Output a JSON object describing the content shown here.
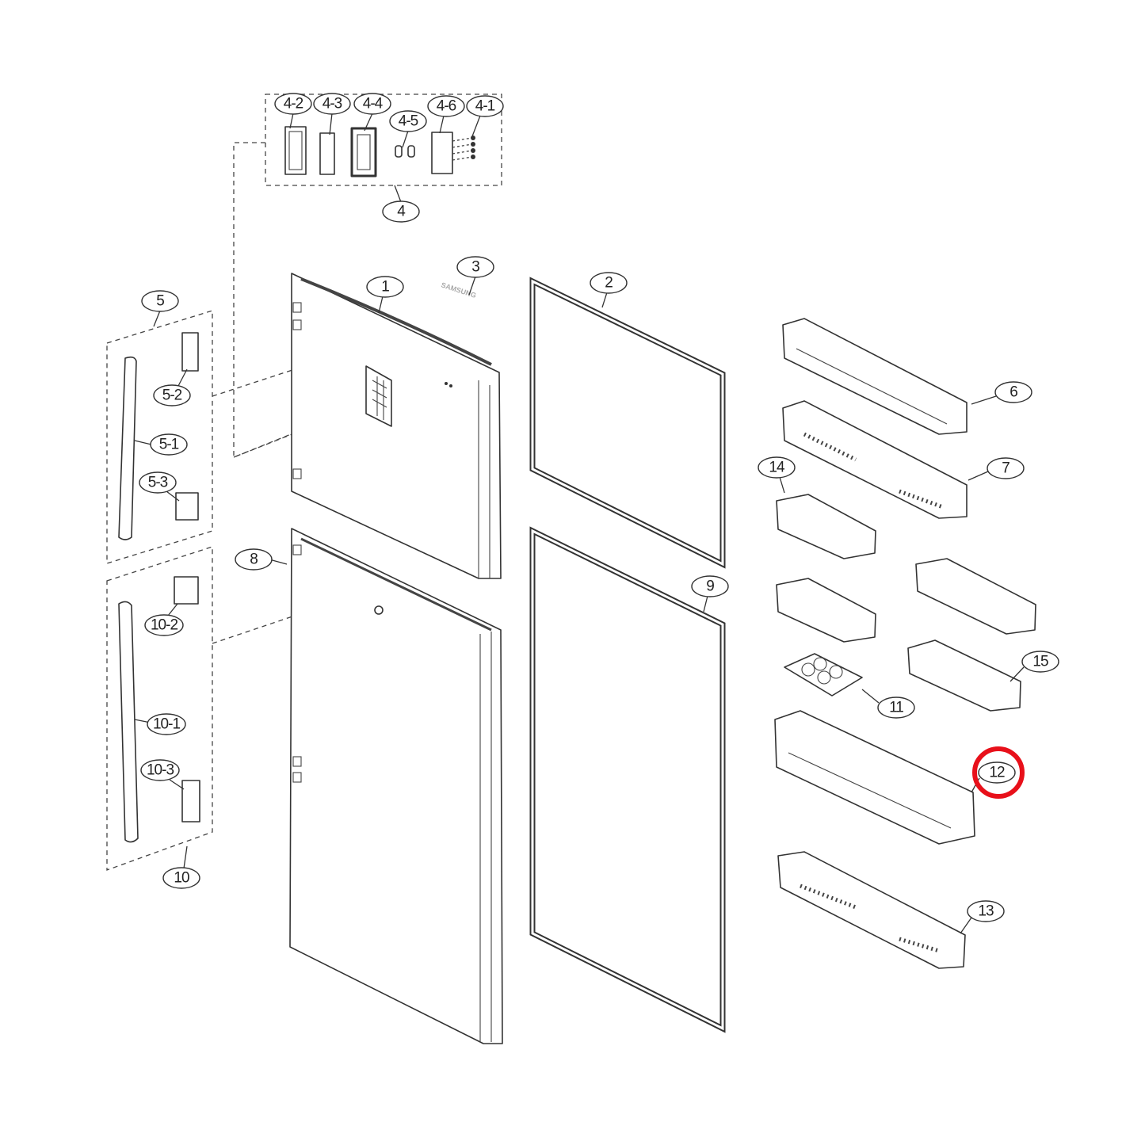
{
  "diagram": {
    "brand_mark": "SAMSUNG",
    "highlight_color": "#e8101a",
    "highlighted_label": "12",
    "labels": {
      "l4_2": "4-2",
      "l4_3": "4-3",
      "l4_4": "4-4",
      "l4_5": "4-5",
      "l4_6": "4-6",
      "l4_1": "4-1",
      "l4": "4",
      "l3": "3",
      "l1": "1",
      "l2": "2",
      "l5": "5",
      "l5_2": "5-2",
      "l5_1": "5-1",
      "l5_3": "5-3",
      "l8": "8",
      "l9": "9",
      "l10_2": "10-2",
      "l10_1": "10-1",
      "l10_3": "10-3",
      "l10": "10",
      "l6": "6",
      "l7": "7",
      "l14": "14",
      "l15": "15",
      "l11": "11",
      "l12": "12",
      "l13": "13"
    }
  }
}
